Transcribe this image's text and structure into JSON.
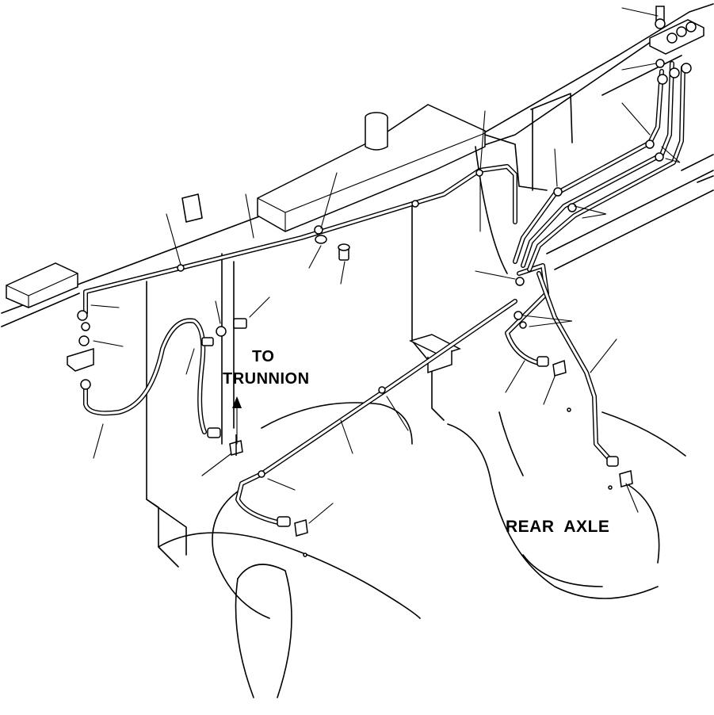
{
  "labels": {
    "to_trunnion_line1": "TO",
    "to_trunnion_line2": "TRUNNION",
    "rear_axle": "REAR  AXLE"
  }
}
